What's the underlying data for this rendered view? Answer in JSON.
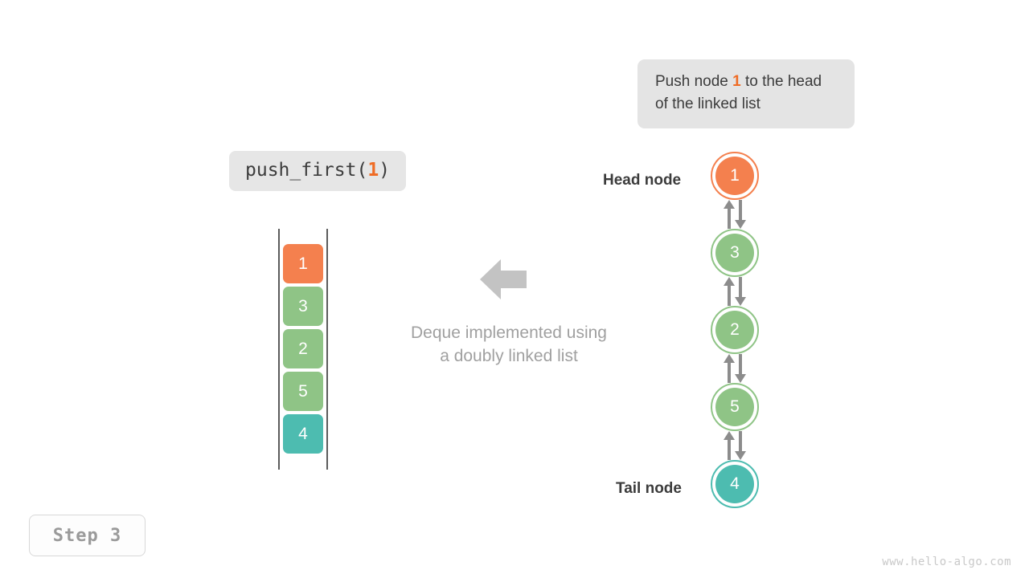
{
  "colors": {
    "orange": "#F4804E",
    "green": "#8FC486",
    "teal": "#4DBCB0",
    "gray_arrow": "#8C8C8C",
    "gray_chip": "#E4E4E4",
    "text_dark": "#3C3C3C",
    "text_muted": "#A0A0A0",
    "watermark": "#C9C9C9"
  },
  "callout": {
    "text_before": "Push node ",
    "highlight": "1",
    "text_after": " to the head of the linked list"
  },
  "code_chip": {
    "prefix": "push_first(",
    "argument": "1",
    "suffix": ")"
  },
  "step_badge": {
    "label": "Step 3"
  },
  "watermark": {
    "label": "www.hello-algo.com"
  },
  "deque_array": {
    "cells": [
      {
        "value": "1",
        "color": "#F4804E"
      },
      {
        "value": "3",
        "color": "#8FC486"
      },
      {
        "value": "2",
        "color": "#8FC486"
      },
      {
        "value": "5",
        "color": "#8FC486"
      },
      {
        "value": "4",
        "color": "#4DBCB0"
      }
    ]
  },
  "center": {
    "arrow_icon": "arrow-left-icon",
    "caption_line1": "Deque implemented using",
    "caption_line2": "a doubly linked list"
  },
  "linked_list": {
    "head_label": "Head node",
    "tail_label": "Tail node",
    "nodes": [
      {
        "value": "1",
        "color": "#F4804E",
        "role": "head"
      },
      {
        "value": "3",
        "color": "#8FC486",
        "role": "middle"
      },
      {
        "value": "2",
        "color": "#8FC486",
        "role": "middle"
      },
      {
        "value": "5",
        "color": "#8FC486",
        "role": "middle"
      },
      {
        "value": "4",
        "color": "#4DBCB0",
        "role": "tail"
      }
    ],
    "link_icon": "bidirectional-arrow-icon"
  }
}
